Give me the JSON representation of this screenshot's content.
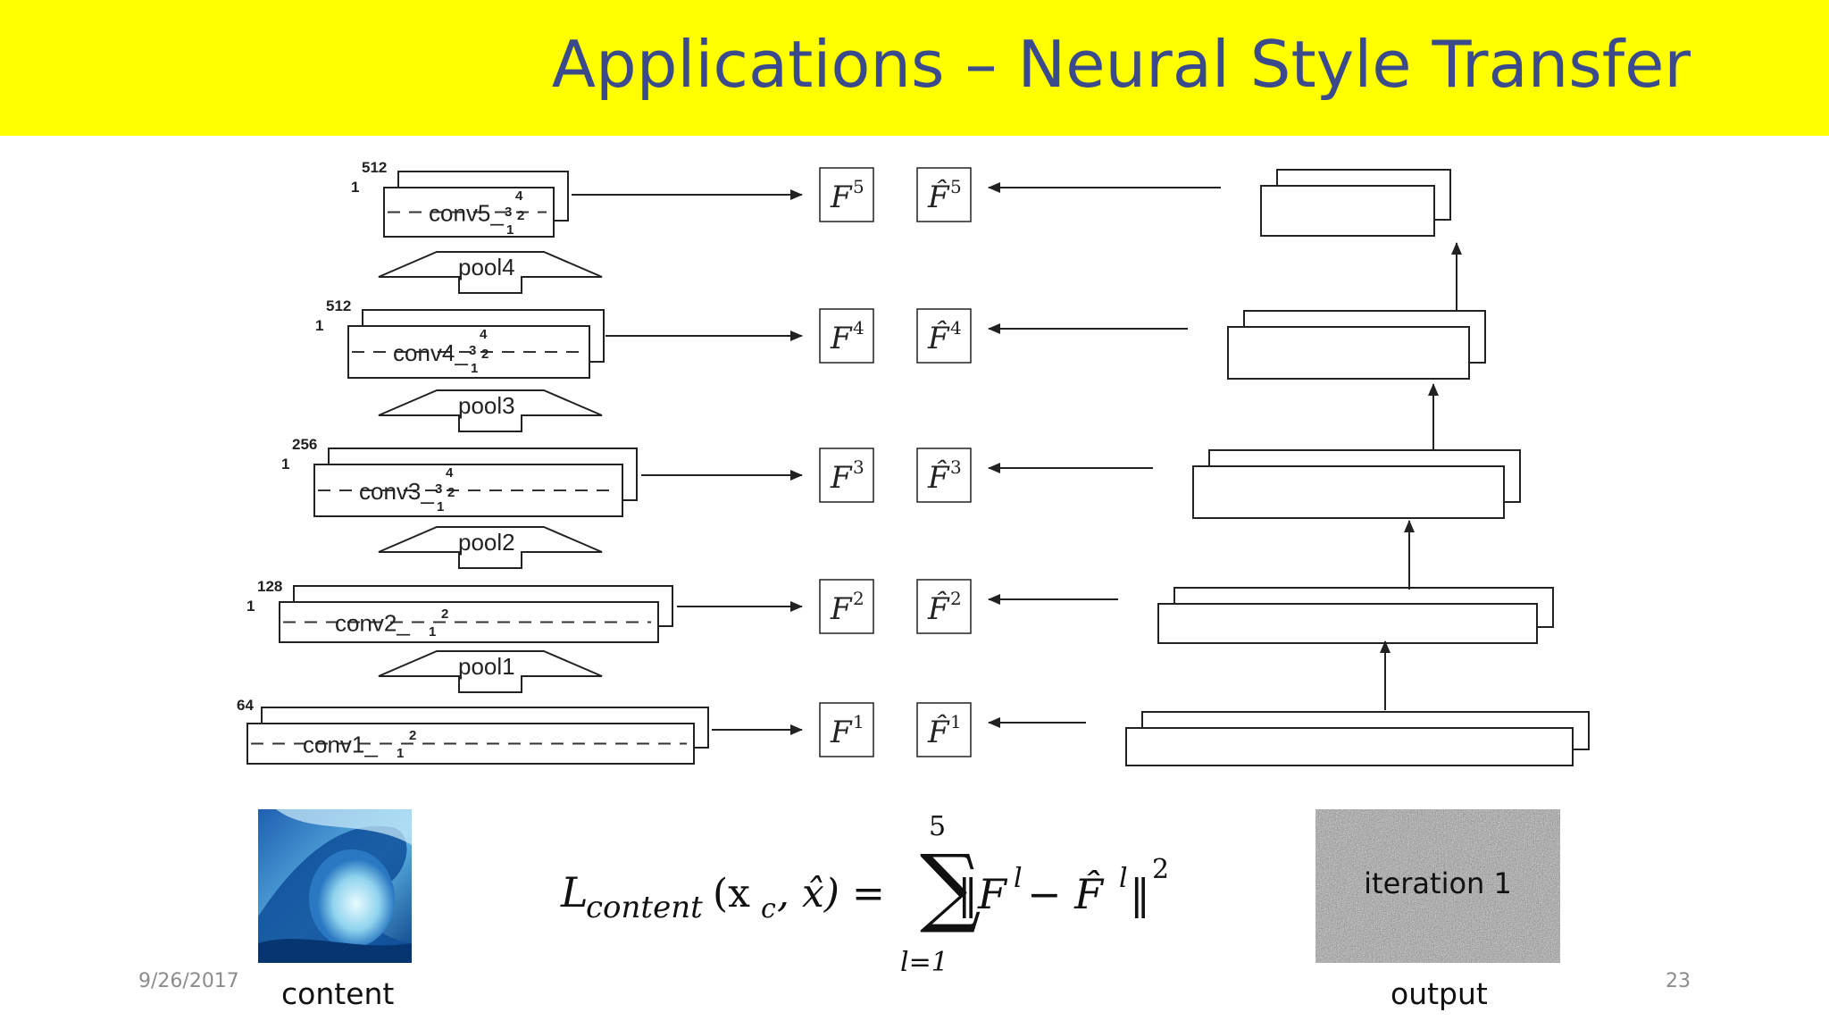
{
  "slide": {
    "title": "Applications – Neural Style Transfer",
    "date": "9/26/2017",
    "page_number": "23"
  },
  "network": {
    "layers": [
      {
        "name": "conv5_",
        "channels_label": "512",
        "one_label": "1",
        "sub_labels": [
          "4",
          "3",
          "2",
          "1"
        ],
        "feature": "F",
        "feature_hat": "F̂",
        "superscript": "5"
      },
      {
        "name": "conv4_",
        "channels_label": "512",
        "one_label": "1",
        "sub_labels": [
          "4",
          "3",
          "2",
          "1"
        ],
        "feature": "F",
        "feature_hat": "F̂",
        "superscript": "4"
      },
      {
        "name": "conv3_",
        "channels_label": "256",
        "one_label": "1",
        "sub_labels": [
          "4",
          "3",
          "2",
          "1"
        ],
        "feature": "F",
        "feature_hat": "F̂",
        "superscript": "3"
      },
      {
        "name": "conv2_",
        "channels_label": "128",
        "one_label": "1",
        "sub_labels": [
          "2",
          "1"
        ],
        "feature": "F",
        "feature_hat": "F̂",
        "superscript": "2"
      },
      {
        "name": "conv1_",
        "channels_label": "64",
        "one_label": "",
        "sub_labels": [
          "2",
          "1"
        ],
        "feature": "F",
        "feature_hat": "F̂",
        "superscript": "1"
      }
    ],
    "pools": [
      "pool4",
      "pool3",
      "pool2",
      "pool1"
    ]
  },
  "images": {
    "content_caption": "content",
    "output_caption": "output",
    "output_overlay": "iteration 1"
  },
  "formula": {
    "lhs_symbol": "L",
    "lhs_subscript": "content",
    "lhs_args": "(x",
    "lhs_arg_sub": "c",
    "lhs_arg_rest": ", x̂) =",
    "sum_upper": "5",
    "sum_lower": "l=1",
    "body": "‖F",
    "body_sup": "l",
    "body_minus": " − F̂",
    "body_end": "‖",
    "power": "2"
  },
  "colors": {
    "banner": "#ffff00",
    "title": "#3a4a8a",
    "wave_dark": "#0b3f86",
    "wave_light": "#8fd3ee"
  }
}
